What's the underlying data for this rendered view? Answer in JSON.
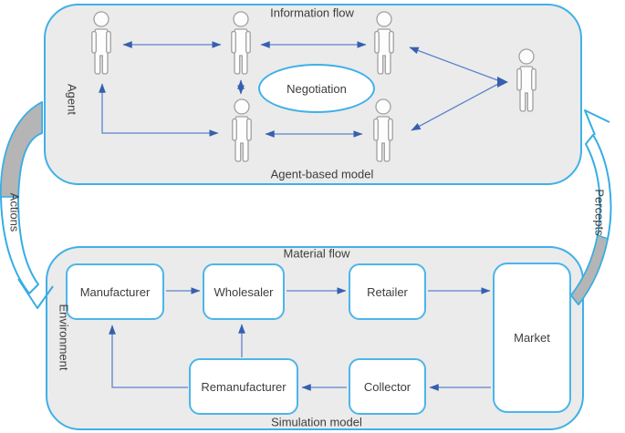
{
  "agent_model": {
    "title": "Information flow",
    "caption": "Agent-based model",
    "side_label": "Agent",
    "negotiation": "Negotiation"
  },
  "simulation_model": {
    "title": "Material flow",
    "caption": "Simulation model",
    "side_label": "Environment",
    "nodes": {
      "manufacturer": "Manufacturer",
      "wholesaler": "Wholesaler",
      "retailer": "Retailer",
      "market": "Market",
      "remanufacturer": "Remanufacturer",
      "collector": "Collector"
    }
  },
  "loop": {
    "left_label": "Actions",
    "right_label": "Percepts"
  },
  "icons": {
    "person": "outline human figure",
    "actions_arrow": "curved hollow arrow, top box to bottom box",
    "percepts_arrow": "curved hollow arrow, bottom box to top box"
  },
  "colors": {
    "box_border": "#3fb0e8",
    "box_fill": "#ebebeb",
    "node_border": "#4cb5ea",
    "node_fill": "#ffffff",
    "connector_line": "#5b82cc",
    "connector_head": "#3560b0",
    "band_gray": "#b5b5b5",
    "person_outline": "#a0a0a0",
    "text": "#3d3d3d"
  }
}
